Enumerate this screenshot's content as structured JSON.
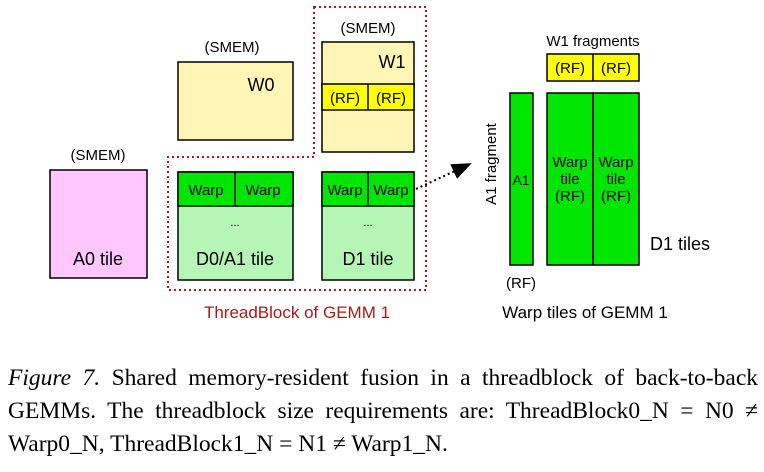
{
  "labels": {
    "smem_a0": "(SMEM)",
    "smem_w0": "(SMEM)",
    "smem_w1": "(SMEM)",
    "a0_tile": "A0 tile",
    "w0": "W0",
    "w1": "W1",
    "w1_rf_left": "(RF)",
    "w1_rf_right": "(RF)",
    "warp_d0_left": "Warp",
    "warp_d0_right": "Warp",
    "d0_dots": "...",
    "d0_a1_tile": "D0/A1 tile",
    "warp_d1_left": "Warp",
    "warp_d1_right": "Warp",
    "d1_dots": "...",
    "d1_tile": "D1 tile",
    "threadblock_label": "ThreadBlock of GEMM 1",
    "w1_fragments": "W1 fragments",
    "w1_frag_rf_left": "(RF)",
    "w1_frag_rf_right": "(RF)",
    "a1_fragment": "A1 fragment",
    "a1": "A1",
    "a1_rf": "(RF)",
    "warp_tile_left_line1": "Warp",
    "warp_tile_left_line2": "tile",
    "warp_tile_left_line3": "(RF)",
    "warp_tile_right_line1": "Warp",
    "warp_tile_right_line2": "tile",
    "warp_tile_right_line3": "(RF)",
    "d1_tiles": "D1 tiles",
    "warp_tiles_label": "Warp tiles of GEMM 1"
  },
  "caption": {
    "figure_label": "Figure 7.",
    "text": " Shared memory-resident fusion in a threadblock of back-to-back GEMMs. The threadblock size requirements are: ThreadBlock0_N = N0 ≠ Warp0_N, ThreadBlock1_N = N1 ≠ Warp1_N."
  },
  "colors": {
    "a0_fill": "#ffc6ff",
    "w_fill": "#fff5b4",
    "rf_yellow": "#ffff00",
    "warp_green": "#00e600",
    "tile_light_green": "#b5f5b5",
    "dotted_border": "#a81b1b",
    "threadblock_text": "#a81b1b"
  }
}
